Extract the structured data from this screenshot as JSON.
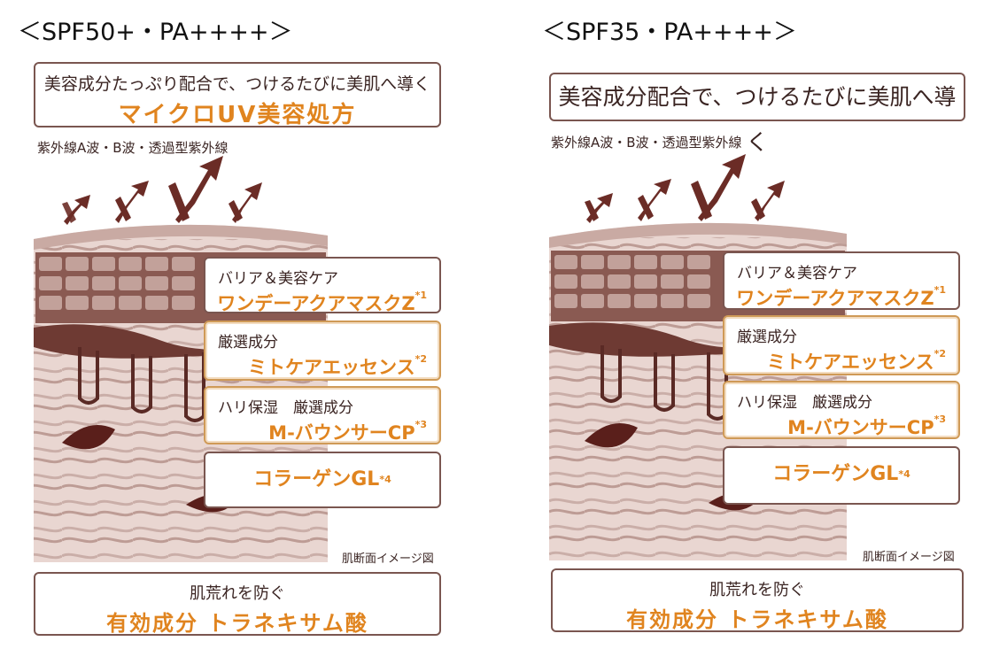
{
  "panels": [
    {
      "title": "＜SPF50+・PA++++＞",
      "top_line1": "美容成分たっぷり配合で、つけるたびに美肌へ導く",
      "top_line2": "マイクロUV美容処方",
      "uv_label": "紫外線A波・B波・透過型紫外線",
      "boxes": [
        {
          "line1": "バリア＆美容ケア",
          "line2": "ワンデーアクアマスクZ",
          "sup": "*1"
        },
        {
          "line1": "厳選成分",
          "line2": "ミトケアエッセンス",
          "sup": "*2"
        },
        {
          "line1": "ハリ保湿　厳選成分",
          "line2": "M-バウンサーCP",
          "sup": "*3"
        },
        {
          "line1": "",
          "line2": "コラーゲンGL",
          "sup": "*4"
        }
      ],
      "caption": "肌断面イメージ図",
      "bottom_line1": "肌荒れを防ぐ",
      "bottom_line2": "有効成分 トラネキサム酸"
    },
    {
      "title": "＜SPF35・PA++++＞",
      "top_line1": "美容成分配合で、つけるたびに美肌へ導く",
      "uv_label": "紫外線A波・B波・透過型紫外線",
      "boxes": [
        {
          "line1": "バリア＆美容ケア",
          "line2": "ワンデーアクアマスクZ",
          "sup": "*1"
        },
        {
          "line1": "厳選成分",
          "line2": "ミトケアエッセンス",
          "sup": "*2"
        },
        {
          "line1": "ハリ保湿　厳選成分",
          "line2": "M-バウンサーCP",
          "sup": "*3"
        },
        {
          "line1": "",
          "line2": "コラーゲンGL",
          "sup": "*4"
        }
      ],
      "caption": "肌断面イメージ図",
      "bottom_line1": "肌荒れを防ぐ",
      "bottom_line2": "有効成分 トラネキサム酸"
    }
  ],
  "colors": {
    "brown_dark": "#5a2a25",
    "brown_mid": "#8a5a52",
    "pink_light": "#e9d4cf",
    "accent_orange": "#e0841f",
    "gold_border": "#cf9a57"
  }
}
